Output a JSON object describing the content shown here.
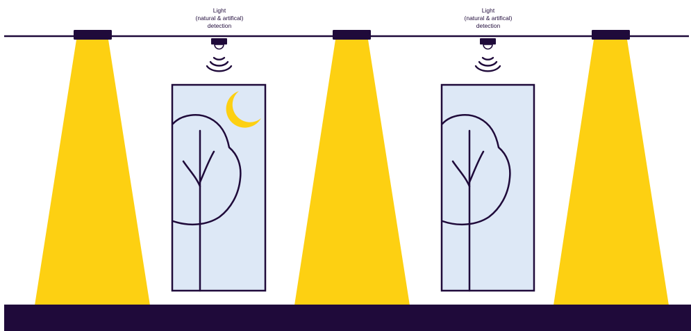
{
  "colors": {
    "dark": "#1f0a3a",
    "light_beam": "#fdd012",
    "window_glass": "#dde8f6",
    "background": "#ffffff"
  },
  "sensors": [
    {
      "label_line1": "Light",
      "label_line2": "(natural & artifical)",
      "label_line3": "detection",
      "icon": "light-sensor-icon"
    },
    {
      "label_line1": "Light",
      "label_line2": "(natural & artifical)",
      "label_line3": "detection",
      "icon": "light-sensor-icon"
    }
  ],
  "windows": [
    {
      "icon": "tree-icon",
      "shows_moon": true
    },
    {
      "icon": "tree-icon",
      "shows_moon": false
    }
  ],
  "lights": [
    {
      "icon": "ceiling-light-icon"
    },
    {
      "icon": "ceiling-light-icon"
    },
    {
      "icon": "ceiling-light-icon"
    }
  ]
}
